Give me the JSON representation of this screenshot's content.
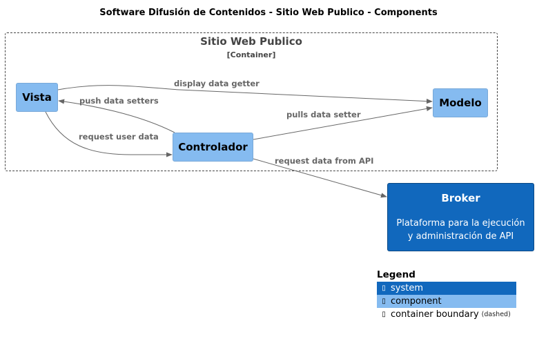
{
  "title": "Software Difusión de Contenidos - Sitio Web Publico - Components",
  "boundary": {
    "name": "Sitio Web Publico",
    "type": "[Container]"
  },
  "components": {
    "vista": "Vista",
    "modelo": "Modelo",
    "controlador": "Controlador"
  },
  "system": {
    "name": "Broker",
    "description": "Plataforma para la ejecución y administración de API",
    "description_lines": [
      "Plataforma para la ejecución",
      "y administración de API"
    ]
  },
  "relationships": {
    "display": "display data getter",
    "push": "push data setters",
    "pulls": "pulls data setter",
    "request_user": "request user data",
    "request_api": "request data from API"
  },
  "legend": {
    "title": "Legend",
    "items": [
      {
        "label": "system",
        "icon": "square-icon",
        "color": "#1168bd"
      },
      {
        "label": "component",
        "icon": "square-icon",
        "color": "#85bbf0"
      },
      {
        "label": "container boundary",
        "suffix": "(dashed)",
        "icon": "square-outline-icon"
      }
    ]
  },
  "colors": {
    "system": "#1168bd",
    "component": "#85bbf0",
    "arrow": "#666666"
  }
}
